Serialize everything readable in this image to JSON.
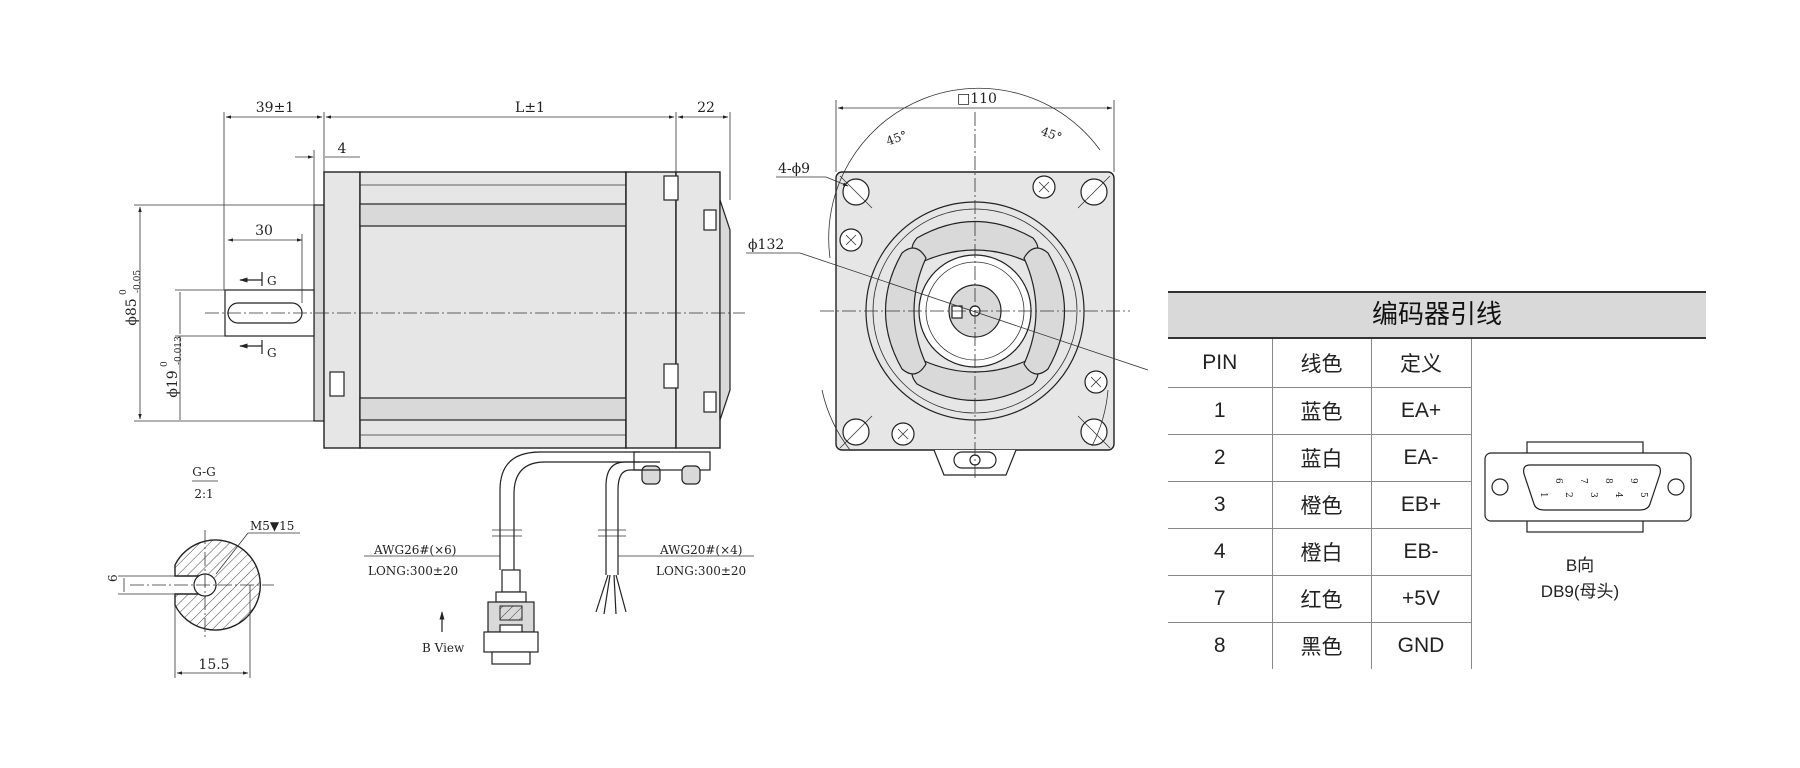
{
  "side_view": {
    "dims": {
      "shaft_length": "39±1",
      "body_length": "L±1",
      "rear_length": "22",
      "flange_step": "4",
      "key_length": "30",
      "section_mark": "G",
      "pilot_dia": "ϕ85",
      "pilot_tol_upper": "0",
      "pilot_tol_lower": "-0.05",
      "shaft_dia": "ϕ19",
      "shaft_tol_upper": "0",
      "shaft_tol_lower": "-0.013"
    },
    "cables": {
      "signal_awg": "AWG26#(×6)",
      "signal_long": "LONG:300±20",
      "power_awg": "AWG20#(×4)",
      "power_long": "LONG:300±20",
      "view_label": "B View"
    }
  },
  "section_view": {
    "title": "G-G",
    "scale": "2:1",
    "thread": "M5▼15",
    "key_depth": "6",
    "width": "15.5"
  },
  "front_view": {
    "square": "□110",
    "angle_left": "45°",
    "angle_right": "45°",
    "holes": "4-ϕ9",
    "bolt_circle": "ϕ132"
  },
  "encoder_table": {
    "title": "编码器引线",
    "headers": [
      "PIN",
      "线色",
      "定义"
    ],
    "rows": [
      {
        "pin": "1",
        "color": "蓝色",
        "def": "EA+"
      },
      {
        "pin": "2",
        "color": "蓝白",
        "def": "EA-"
      },
      {
        "pin": "3",
        "color": "橙色",
        "def": "EB+"
      },
      {
        "pin": "4",
        "color": "橙白",
        "def": "EB-"
      },
      {
        "pin": "7",
        "color": "红色",
        "def": "+5V"
      },
      {
        "pin": "8",
        "color": "黑色",
        "def": "GND"
      }
    ]
  },
  "db9": {
    "pins_top": [
      "6",
      "7",
      "8",
      "9"
    ],
    "pins_bottom": [
      "1",
      "2",
      "3",
      "4",
      "5"
    ],
    "direction": "B向",
    "name": "DB9(母头)"
  }
}
